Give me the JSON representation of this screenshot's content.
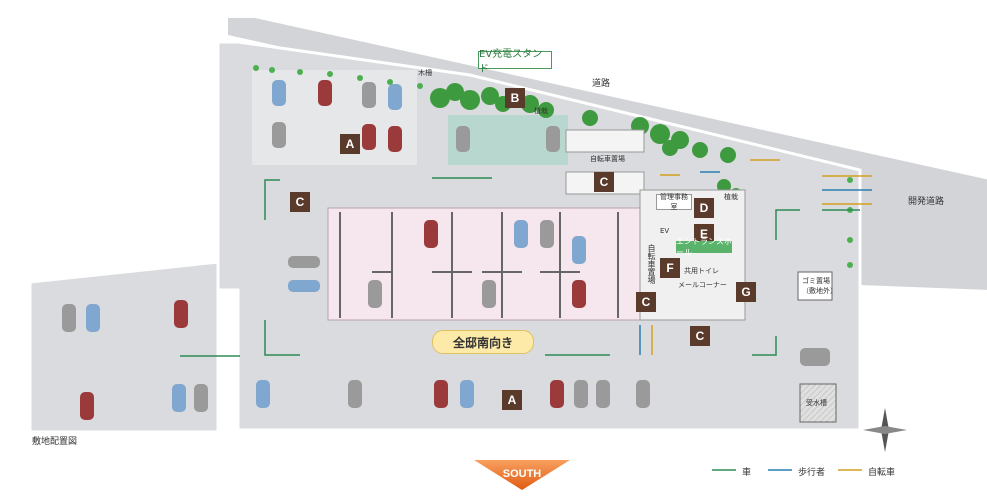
{
  "labels": {
    "ev_stand": "EV充電スタンド",
    "road_north": "道路",
    "road_dev": "開発道路",
    "plant_bed": "植栽",
    "bicycle_parking": "自転車置場",
    "entrance_hall": "エントランスホール",
    "all_south": "全邸南向き",
    "site_plan": "敷地配置図",
    "south": "SOUTH",
    "garbage": "ゴミ置場",
    "garbage_sub": "（敷地外）",
    "water_tank": "受水槽",
    "ev": "EV",
    "shared_toilet": "共用トイレ",
    "mail_corner": "メールコーナー",
    "manager_office": "管理事務室",
    "bicycle_vertical": "自転車置場",
    "mini_label1": "木柵",
    "mini_label2": "植栽"
  },
  "markers": [
    {
      "id": "A",
      "label": "A"
    },
    {
      "id": "A2",
      "label": "A"
    },
    {
      "id": "B",
      "label": "B"
    },
    {
      "id": "C1",
      "label": "C"
    },
    {
      "id": "C2",
      "label": "C"
    },
    {
      "id": "C3",
      "label": "C"
    },
    {
      "id": "C4",
      "label": "C"
    },
    {
      "id": "D",
      "label": "D"
    },
    {
      "id": "E",
      "label": "E"
    },
    {
      "id": "F",
      "label": "F"
    },
    {
      "id": "G",
      "label": "G"
    }
  ],
  "legend": [
    {
      "name": "car",
      "label": "車",
      "color": "#2e8b57"
    },
    {
      "name": "pedestrian",
      "label": "歩行者",
      "color": "#2a7fb0"
    },
    {
      "name": "bicycle",
      "label": "自転車",
      "color": "#d4a020"
    }
  ],
  "colors": {
    "ground": "#d9dbde",
    "road": "#c8cacd",
    "building": "#f6e6ee",
    "tree": "#3e9a3e",
    "south_arrow": "#f07820"
  }
}
